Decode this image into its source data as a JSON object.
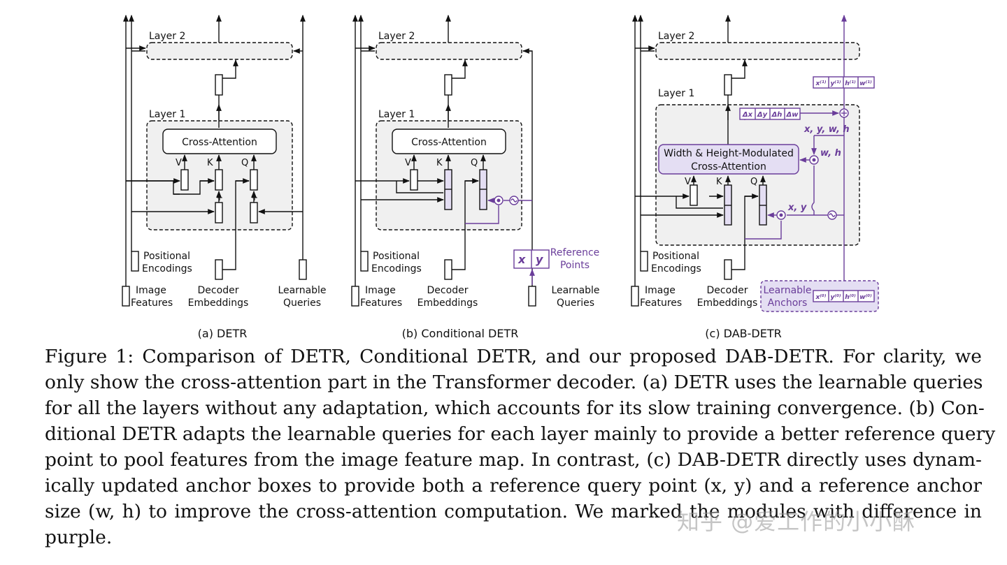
{
  "figure": {
    "panels": [
      {
        "id": "a",
        "caption": "(a) DETR",
        "layer2": "Layer 2",
        "layer1": "Layer 1",
        "attention": "Cross-Attention",
        "v": "V",
        "k": "K",
        "q": "Q",
        "plus": "+",
        "inputs": {
          "positional": [
            "Positional",
            "Encodings"
          ],
          "image": [
            "Image",
            "Features"
          ],
          "decoder": [
            "Decoder",
            "Embeddings"
          ],
          "queries": [
            "Learnable",
            "Queries"
          ]
        }
      },
      {
        "id": "b",
        "caption": "(b) Conditional DETR",
        "layer2": "Layer 2",
        "layer1": "Layer 1",
        "attention": "Cross-Attention",
        "v": "V",
        "k": "K",
        "q": "Q",
        "reference_points": [
          "Reference",
          "Points"
        ],
        "xy": [
          "x",
          "y"
        ],
        "inputs": {
          "positional": [
            "Positional",
            "Encodings"
          ],
          "image": [
            "Image",
            "Features"
          ],
          "decoder": [
            "Decoder",
            "Embeddings"
          ],
          "queries": [
            "Learnable",
            "Queries"
          ]
        }
      },
      {
        "id": "c",
        "caption": "(c) DAB-DETR",
        "layer2": "Layer 2",
        "layer1": "Layer 1",
        "attention": [
          "Width & Height-Modulated",
          "Cross-Attention"
        ],
        "v": "V",
        "k": "K",
        "q": "Q",
        "xywh_label": "x, y, w, h",
        "wh_label": "w, h",
        "xy_label": "x, y",
        "delta": [
          "Δx",
          "Δy",
          "Δh",
          "Δw"
        ],
        "anchor1": [
          "x⁽¹⁾",
          "y⁽¹⁾",
          "h⁽¹⁾",
          "w⁽¹⁾"
        ],
        "anchor0": [
          "x⁽⁰⁾",
          "y⁽⁰⁾",
          "h⁽⁰⁾",
          "w⁽⁰⁾"
        ],
        "learnable_anchors": [
          "Learnable",
          "Anchors"
        ],
        "inputs": {
          "positional": [
            "Positional",
            "Encodings"
          ],
          "image": [
            "Image",
            "Features"
          ],
          "decoder": [
            "Decoder",
            "Embeddings"
          ]
        }
      }
    ],
    "colors": {
      "purple": "#6a3d9a",
      "purple_fill": "#e4def3",
      "box_fill": "#f0f0f0",
      "line": "#111111"
    }
  },
  "caption_lines": [
    "Figure 1: Comparison of DETR, Conditional DETR, and our proposed DAB-DETR. For clarity, we",
    "only show the cross-attention part in the Transformer decoder. (a) DETR uses the learnable queries",
    "for all the layers without any adaptation, which accounts for its slow training convergence. (b) Con-",
    "ditional DETR adapts the learnable queries for each layer mainly to provide a better reference query",
    "point to pool features from the image feature map. In contrast, (c) DAB-DETR directly uses dynam-",
    "ically updated anchor boxes to provide both a reference query point (x, y) and a reference anchor",
    "size (w, h) to improve the cross-attention computation. We marked the modules with difference in",
    "purple."
  ],
  "watermark": "知乎 @爱工作的小小酥"
}
